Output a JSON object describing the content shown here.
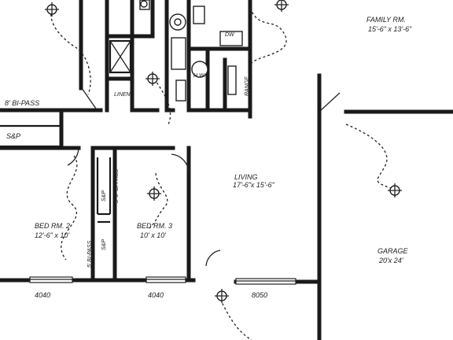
{
  "rooms": {
    "family": {
      "name": "FAMILY RM.",
      "size": "15'-6\" x 13'-6\""
    },
    "living": {
      "name": "LIVING",
      "size": "17'-6\"x 15'-6\""
    },
    "bed2": {
      "name": "BED RM. 2",
      "size": "12'-6\" x 10'"
    },
    "bed3": {
      "name": "BED RM. 3",
      "size": "10' x 10'"
    },
    "garage": {
      "name": "GARAGE",
      "size": "20'x 24'"
    },
    "linen": {
      "name": "LINEN"
    }
  },
  "labels": {
    "bipass_top": "8' BI-PASS",
    "sp": "S&P",
    "sp_vert": "S&P",
    "bipass_vert1": "5'-6\" BI-PASS",
    "bipass_vert2": "5' BI-PASS",
    "sp_vert2": "S&P",
    "dw": "DW",
    "hw": "H.W.",
    "range": "RANGE",
    "win1": "4040",
    "win2": "4040",
    "win3": "8050"
  }
}
